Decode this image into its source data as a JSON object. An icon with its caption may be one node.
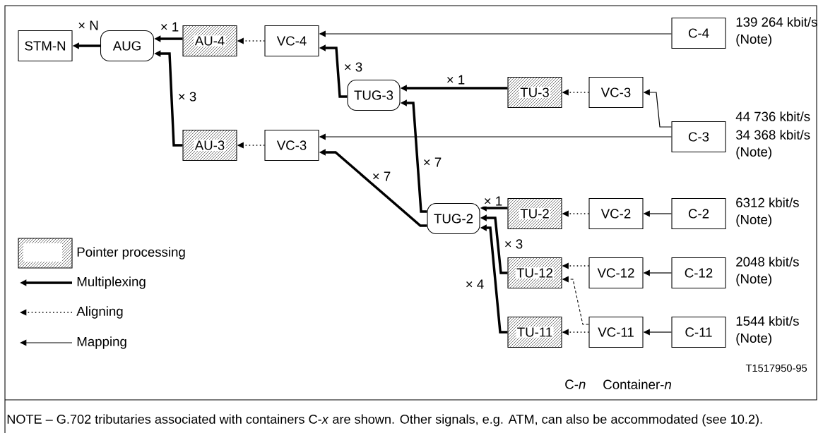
{
  "diagram": {
    "nodes": [
      {
        "text": [
          "STM-N"
        ]
      },
      {
        "text": [
          "AUG"
        ]
      },
      {
        "text": [
          "AU-4"
        ]
      },
      {
        "text": [
          "VC-4"
        ]
      },
      {
        "text": [
          "C-4"
        ],
        "beside": [
          "139 264 kbit/s",
          "(Note)"
        ]
      },
      {
        "text": [
          "TUG-3"
        ]
      },
      {
        "text": [
          "TU-3"
        ]
      },
      {
        "text": [
          "VC-3"
        ]
      },
      {
        "text": [
          "C-3"
        ],
        "beside": [
          "44 736 kbit/s",
          "34 368 kbit/s",
          "(Note)"
        ]
      },
      {
        "text": [
          "AU-3"
        ]
      },
      {
        "text": [
          "VC-3"
        ]
      },
      {
        "text": [
          "TUG-2"
        ]
      },
      {
        "text": [
          "TU-2"
        ]
      },
      {
        "text": [
          "VC-2"
        ]
      },
      {
        "text": [
          "C-2"
        ],
        "beside": [
          "6312 kbit/s",
          "(Note)"
        ]
      },
      {
        "text": [
          "TU-12"
        ]
      },
      {
        "text": [
          "VC-12"
        ]
      },
      {
        "text": [
          "C-12"
        ],
        "beside": [
          "2048 kbit/s",
          "(Note)"
        ]
      },
      {
        "text": [
          "TU-11"
        ]
      },
      {
        "text": [
          "VC-11"
        ]
      },
      {
        "text": [
          "C-11"
        ],
        "beside": [
          "1544 kbit/s",
          "(Note)"
        ]
      }
    ],
    "edges": [
      {
        "from": 1,
        "to": 0,
        "arrow": "to",
        "style": "thick",
        "label": "× N"
      },
      {
        "from": 2,
        "to": 1,
        "arrow": "to",
        "style": "thick",
        "label": "× 1"
      },
      {
        "from": 9,
        "to": 1,
        "arrow": "to",
        "style": "thick",
        "label": "× 3"
      },
      {
        "from": 3,
        "to": 2,
        "arrow": "to",
        "style": "dashed"
      },
      {
        "from": 4,
        "to": 3,
        "arrow": "to"
      },
      {
        "from": 5,
        "to": 3,
        "arrow": "to",
        "style": "thick",
        "label": "× 3"
      },
      {
        "from": 6,
        "to": 5,
        "arrow": "to",
        "style": "thick",
        "label": "× 1"
      },
      {
        "from": 7,
        "to": 6,
        "arrow": "to",
        "style": "dashed"
      },
      {
        "from": 8,
        "to": 7,
        "arrow": "to"
      },
      {
        "from": 10,
        "to": 9,
        "arrow": "to",
        "style": "dashed"
      },
      {
        "from": 8,
        "to": 10,
        "arrow": "to"
      },
      {
        "from": 11,
        "to": 5,
        "arrow": "to",
        "style": "thick",
        "label": "× 7"
      },
      {
        "from": 11,
        "to": 10,
        "arrow": "to",
        "style": "thick",
        "label": "× 7"
      },
      {
        "from": 12,
        "to": 11,
        "arrow": "to",
        "style": "thick",
        "label": "× 1"
      },
      {
        "from": 13,
        "to": 12,
        "arrow": "to",
        "style": "dashed"
      },
      {
        "from": 14,
        "to": 13,
        "arrow": "to"
      },
      {
        "from": 15,
        "to": 11,
        "arrow": "to",
        "style": "thick",
        "label": "× 3"
      },
      {
        "from": 18,
        "to": 11,
        "arrow": "to",
        "style": "thick",
        "label": "× 4"
      },
      {
        "from": 16,
        "to": 15,
        "arrow": "to",
        "style": "dashed"
      },
      {
        "from": 17,
        "to": 16,
        "arrow": "to"
      },
      {
        "from": 19,
        "to": 15,
        "arrow": "to",
        "style": "dashed"
      },
      {
        "from": 19,
        "to": 18,
        "arrow": "to",
        "style": "dashed"
      },
      {
        "from": 20,
        "to": 19,
        "arrow": "to"
      }
    ],
    "labels": [
      "T1517950-95",
      "C-*n*",
      "Container-*n*",
      "NOTE – G.702 tributaries associated with containers C-*x* are shown. Other signals, e.g. ATM, can also be accommodated (see 10.2)."
    ],
    "legend": [
      {
        "text": "Pointer processing"
      },
      {
        "text": "Multiplexing"
      },
      {
        "text": "Aligning"
      },
      {
        "text": "Mapping"
      }
    ]
  }
}
